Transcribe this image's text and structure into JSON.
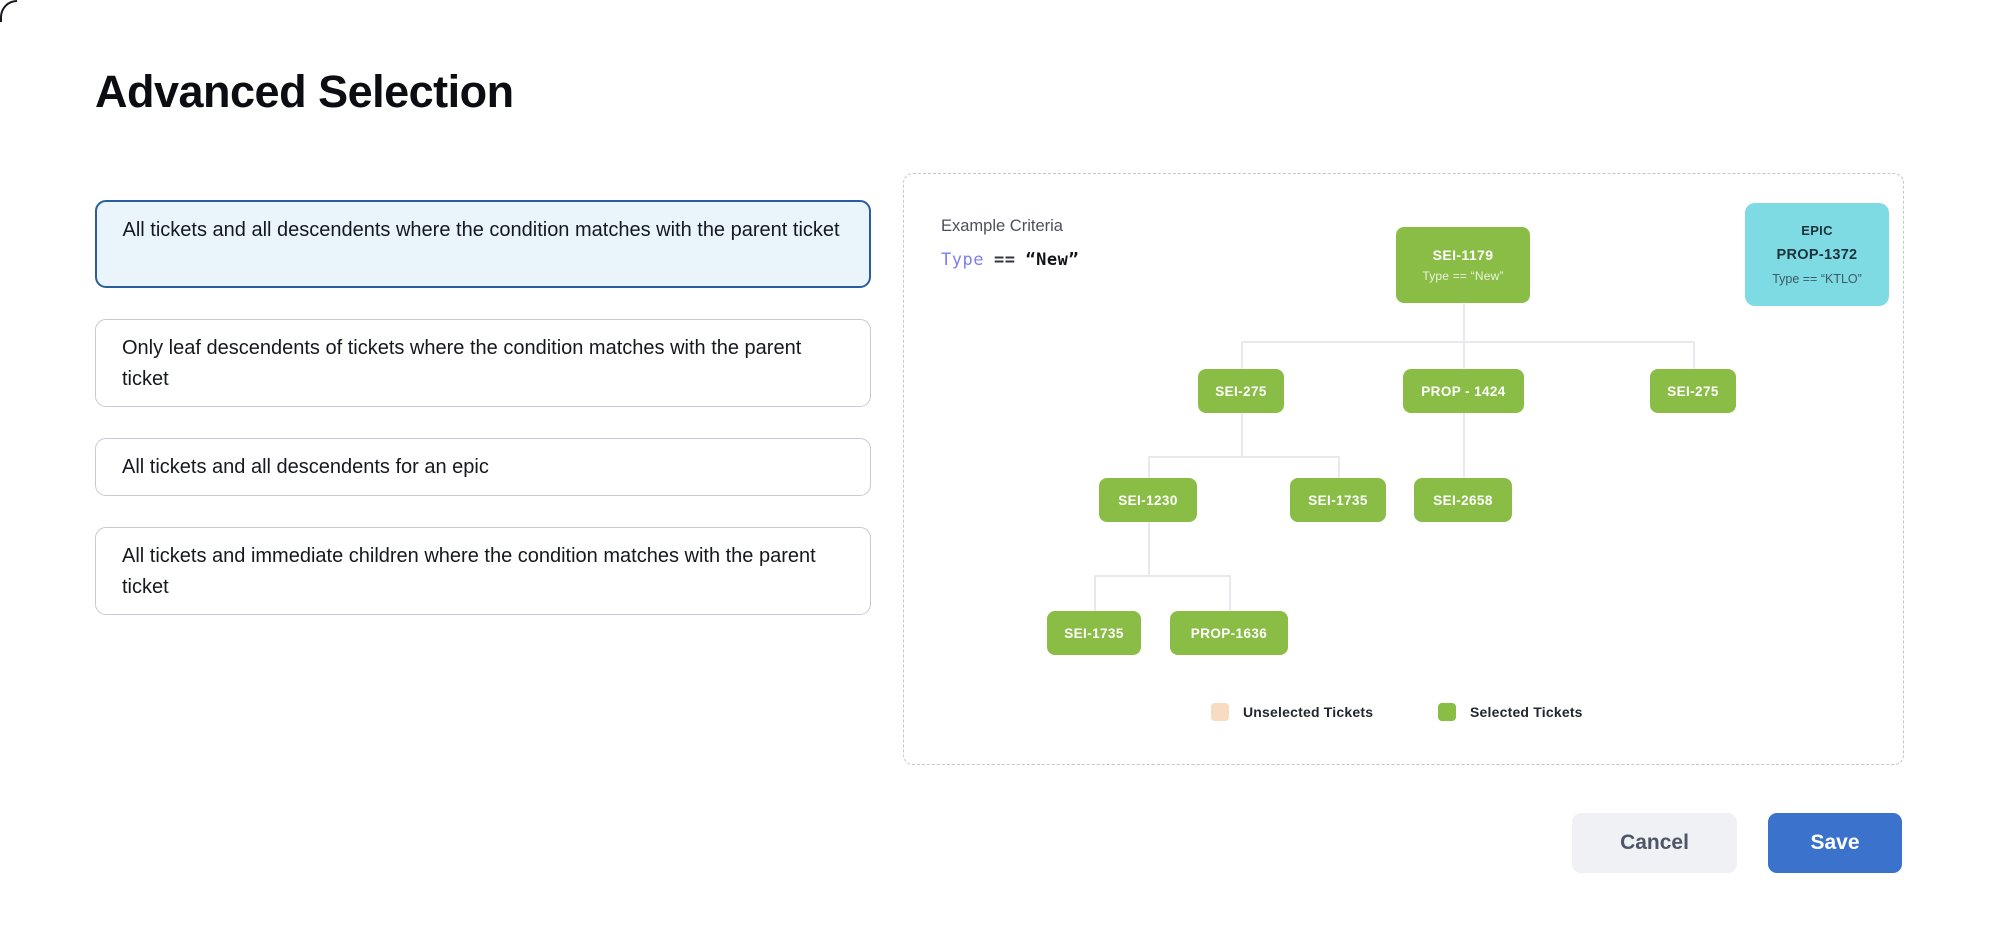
{
  "dialog": {
    "title": "Advanced Selection"
  },
  "options": {
    "selected_index": 0,
    "items": [
      "All tickets and all descendents where the condition matches with the parent ticket",
      "Only leaf descendents of tickets where the condition matches with the parent ticket",
      "All tickets and all descendents for an epic",
      "All tickets and immediate children where the condition matches with the parent ticket"
    ]
  },
  "preview_panel": {
    "criteria_heading": "Example Criteria",
    "criteria": {
      "field": "Type",
      "operator": "==",
      "value": "“New”"
    },
    "epic_card": {
      "kind": "EPIC",
      "id": "PROP-1372",
      "criteria": "Type == “KTLO”"
    },
    "tree": {
      "root": {
        "label": "SEI-1179",
        "criteria": "Type == “New”"
      },
      "level_2": [
        "SEI-275",
        "PROP - 1424",
        "SEI-275"
      ],
      "level_3": [
        "SEI-1230",
        "SEI-1735",
        "SEI-2658"
      ],
      "level_4": [
        "SEI-1735",
        "PROP-1636"
      ]
    },
    "legend": [
      {
        "label": "Unselected Tickets",
        "color": "#F8DCC2"
      },
      {
        "label": "Selected Tickets",
        "color": "#8ABD46"
      }
    ]
  },
  "footer": {
    "cancel_label": "Cancel",
    "save_label": "Save"
  },
  "colors": {
    "selected_option_border": "#2B5D9E",
    "selected_option_bg": "#EAF4FB",
    "unselected_option_border": "#C7C9D9",
    "node_green": "#8ABD46",
    "epic_cyan": "#7EDAE3",
    "legend_peach": "#F8DCC2",
    "save_blue": "#3B72CB",
    "cancel_bg": "#F0F1F5",
    "criteria_field_purple": "#7B7FF0",
    "connector_gray": "#E7E9EC"
  }
}
